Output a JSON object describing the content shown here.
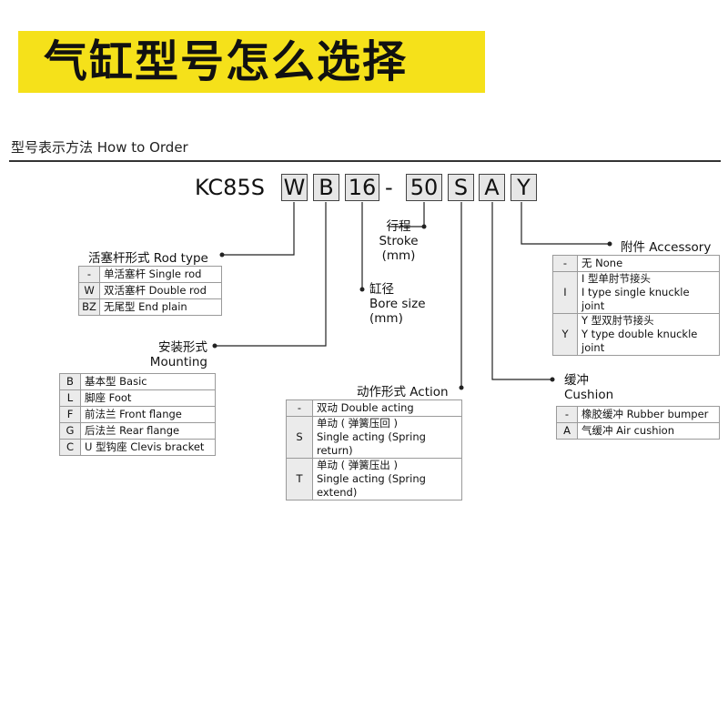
{
  "banner": {
    "title": "气缸型号怎么选择"
  },
  "header": {
    "title": "型号表示方法 How to Order"
  },
  "code": {
    "prefix": "KC85S",
    "dash": "-",
    "segments": {
      "w": "W",
      "b": "B",
      "bore": "16",
      "stroke": "50",
      "s": "S",
      "a": "A",
      "y": "Y"
    }
  },
  "rod_type": {
    "label": "活塞杆形式 Rod type",
    "rows": [
      {
        "key": "-",
        "value": "单活塞杆 Single rod"
      },
      {
        "key": "W",
        "value": "双活塞杆 Double rod"
      },
      {
        "key": "BZ",
        "value": "无尾型 End plain"
      }
    ]
  },
  "bore_size": {
    "line1": "缸径",
    "line2": "Bore size",
    "line3": "(mm)"
  },
  "stroke": {
    "line1": "行程",
    "line2": "Stroke",
    "line3": "(mm)"
  },
  "mounting": {
    "line1": "安装形式",
    "line2": "Mounting",
    "rows": [
      {
        "key": "B",
        "value": "基本型 Basic"
      },
      {
        "key": "L",
        "value": "脚座 Foot"
      },
      {
        "key": "F",
        "value": "前法兰 Front flange"
      },
      {
        "key": "G",
        "value": "后法兰 Rear flange"
      },
      {
        "key": "C",
        "value": "U 型钩座 Clevis bracket"
      }
    ]
  },
  "action": {
    "label": "动作形式 Action",
    "rows": [
      {
        "key": "-",
        "value1": "双动 Double acting",
        "value2": ""
      },
      {
        "key": "S",
        "value1": "单动 ( 弹簧压回 )",
        "value2": "Single acting (Spring return)"
      },
      {
        "key": "T",
        "value1": "单动 ( 弹簧压出 )",
        "value2": "Single acting (Spring extend)"
      }
    ]
  },
  "cushion": {
    "line1": "缓冲",
    "line2": "Cushion",
    "rows": [
      {
        "key": "-",
        "value": "橡胶缓冲 Rubber bumper"
      },
      {
        "key": "A",
        "value": "气缓冲 Air cushion"
      }
    ]
  },
  "accessory": {
    "label": "附件 Accessory",
    "rows": [
      {
        "key": "-",
        "value1": "无 None",
        "value2": ""
      },
      {
        "key": "I",
        "value1": "I 型单肘节接头",
        "value2": "I type single knuckle joint"
      },
      {
        "key": "Y",
        "value1": "Y 型双肘节接头",
        "value2": "Y type double knuckle joint"
      }
    ]
  }
}
